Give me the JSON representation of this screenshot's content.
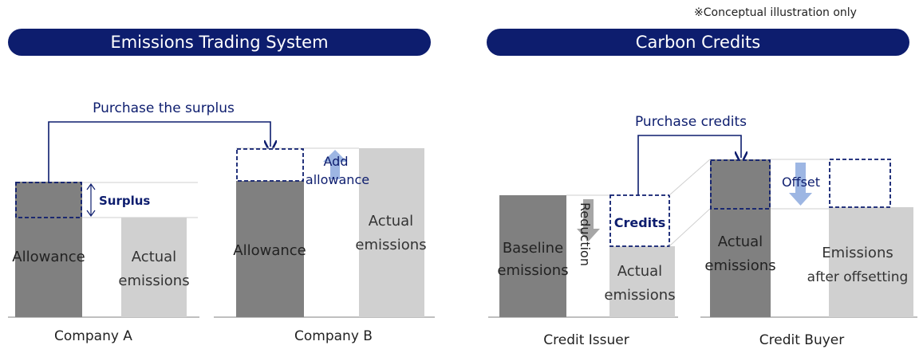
{
  "note": "※Conceptual illustration only",
  "left_panel": {
    "title": "Emissions Trading System",
    "purchase_label": "Purchase the surplus",
    "surplus_label": "Surplus",
    "add_allowance_label": [
      "Add",
      "allowance"
    ],
    "company_a": {
      "name": "Company A",
      "allowance_label": "Allowance",
      "actual_label": [
        "Actual",
        "emissions"
      ]
    },
    "company_b": {
      "name": "Company B",
      "allowance_label": "Allowance",
      "actual_label": [
        "Actual",
        "emissions"
      ]
    }
  },
  "right_panel": {
    "title": "Carbon Credits",
    "purchase_label": "Purchase credits",
    "reduction_label": "Reduction",
    "credits_label": "Credits",
    "offset_label": "Offset",
    "issuer": {
      "name": "Credit Issuer",
      "baseline_label": [
        "Baseline",
        "emissions"
      ],
      "actual_label": [
        "Actual",
        "emissions"
      ]
    },
    "buyer": {
      "name": "Credit Buyer",
      "actual_label": [
        "Actual",
        "emissions"
      ],
      "after_label": [
        "Emissions",
        "after offsetting"
      ]
    }
  },
  "colors": {
    "navy": "#0d1d6e",
    "dark_bar": "#808080",
    "light_bar": "#d0d0d0",
    "arrow_blue": "#9db6e3",
    "line_gray": "#cfcfcf"
  }
}
